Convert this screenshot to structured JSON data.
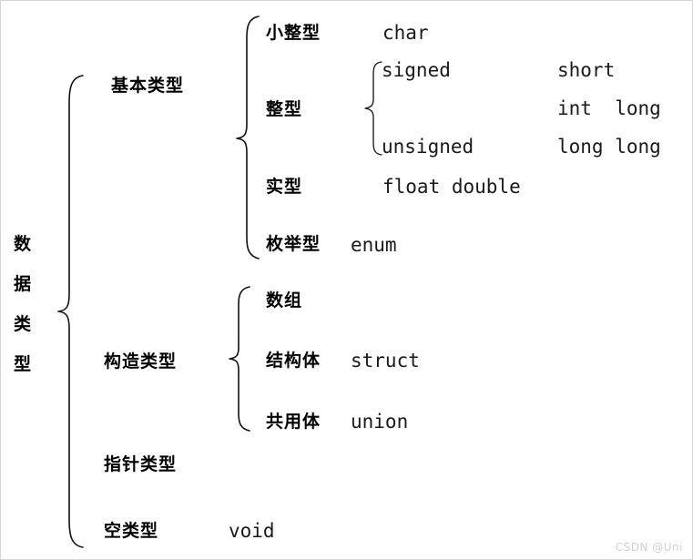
{
  "diagram": {
    "root_label": "数据类型",
    "root_chars": [
      "数",
      "据",
      "类",
      "型"
    ],
    "branches": [
      {
        "id": "basic",
        "label": "基本类型",
        "children": [
          {
            "id": "small-int",
            "label": "小整型",
            "keywords": "char"
          },
          {
            "id": "integer",
            "label": "整型",
            "signedness": [
              {
                "id": "signed",
                "label": "signed"
              },
              {
                "id": "unsigned",
                "label": "unsigned"
              }
            ],
            "widths": [
              "short",
              "int  long",
              "long long"
            ]
          },
          {
            "id": "real",
            "label": "实型",
            "keywords": "float double"
          },
          {
            "id": "enum",
            "label": "枚举型",
            "keywords": "enum"
          }
        ]
      },
      {
        "id": "constructed",
        "label": "构造类型",
        "children": [
          {
            "id": "array",
            "label": "数组",
            "keywords": ""
          },
          {
            "id": "struct",
            "label": "结构体",
            "keywords": "struct"
          },
          {
            "id": "union",
            "label": "共用体",
            "keywords": "union"
          }
        ]
      },
      {
        "id": "pointer",
        "label": "指针类型",
        "keywords": ""
      },
      {
        "id": "void",
        "label": "空类型",
        "keywords": "void"
      }
    ]
  },
  "watermark": {
    "text": "CSDN @Uni"
  },
  "colors": {
    "background": "#ffffff",
    "text": "#000000",
    "keyword_text": "#1a1a1a",
    "stroke": "#111111",
    "border": "#d7d7d7",
    "watermark": "#d2d2d2"
  }
}
